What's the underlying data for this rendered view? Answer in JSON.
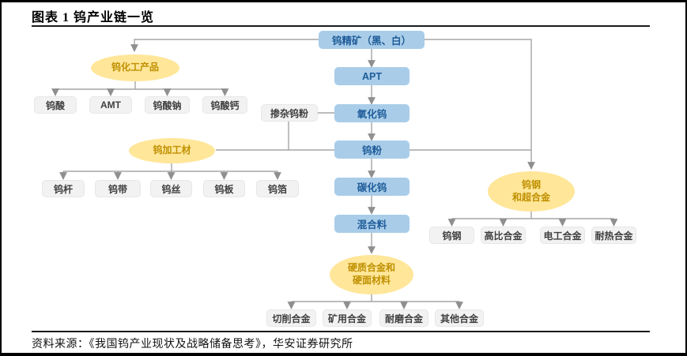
{
  "page": {
    "title": "图表 1 钨产业链一览",
    "source": "资料来源：《我国钨产业现状及战略储备思考》，华安证券研究所"
  },
  "colors": {
    "process_box_fill": "#A9CDE9",
    "process_box_text": "#1F5C99",
    "category_ellipse_fill": "#FFE699",
    "category_ellipse_text": "#BF9000",
    "product_box_fill": "#F2F2F2",
    "product_box_text": "#3F3F3F",
    "connector_line": "#A6A6A6",
    "frame_border": "#000000"
  },
  "nodes": {
    "concentrate": "钨精矿（黑、白）",
    "apt": "APT",
    "oxide": "氧化钨",
    "doped_powder": "掺杂钨粉",
    "powder": "钨粉",
    "carbide": "碳化钨",
    "mixture": "混合料",
    "chem": "钨化工产品",
    "chem_children": [
      "钨酸",
      "AMT",
      "钨酸钠",
      "钨酸钙"
    ],
    "processed": "钨加工材",
    "processed_children": [
      "钨杆",
      "钨带",
      "钨丝",
      "钨板",
      "钨箔"
    ],
    "steel_line1": "钨钢",
    "steel_line2": "和超合金",
    "steel_children": [
      "钨钢",
      "高比合金",
      "电工合金",
      "耐热合金"
    ],
    "hard_line1": "硬质合金和",
    "hard_line2": "硬面材料",
    "hard_children": [
      "切削合金",
      "矿用合金",
      "耐磨合金",
      "其他合金"
    ]
  },
  "edges": [
    {
      "from": "钨精矿（黑、白）",
      "to": "APT"
    },
    {
      "from": "APT",
      "to": "氧化钨"
    },
    {
      "from": "氧化钨",
      "to": "钨粉"
    },
    {
      "from": "钨粉",
      "to": "碳化钨"
    },
    {
      "from": "碳化钨",
      "to": "混合料"
    },
    {
      "from": "混合料",
      "to": "硬质合金和硬面材料"
    },
    {
      "from": "钨精矿（黑、白）",
      "to": "钨化工产品"
    },
    {
      "from": "钨化工产品",
      "to": [
        "钨酸",
        "AMT",
        "钨酸钠",
        "钨酸钙"
      ]
    },
    {
      "from": "掺杂钨粉",
      "to": "氧化钨"
    },
    {
      "from": "掺杂钨粉",
      "to": "钨粉"
    },
    {
      "from": "钨粉",
      "to": "钨加工材"
    },
    {
      "from": "钨加工材",
      "to": [
        "钨杆",
        "钨带",
        "钨丝",
        "钨板",
        "钨箔"
      ]
    },
    {
      "from": "钨精矿（黑、白）",
      "to": "钨钢和超合金"
    },
    {
      "from": "钨粉",
      "to": "钨钢和超合金"
    },
    {
      "from": "钨钢和超合金",
      "to": [
        "钨钢",
        "高比合金",
        "电工合金",
        "耐热合金"
      ]
    },
    {
      "from": "硬质合金和硬面材料",
      "to": [
        "切削合金",
        "矿用合金",
        "耐磨合金",
        "其他合金"
      ]
    }
  ]
}
